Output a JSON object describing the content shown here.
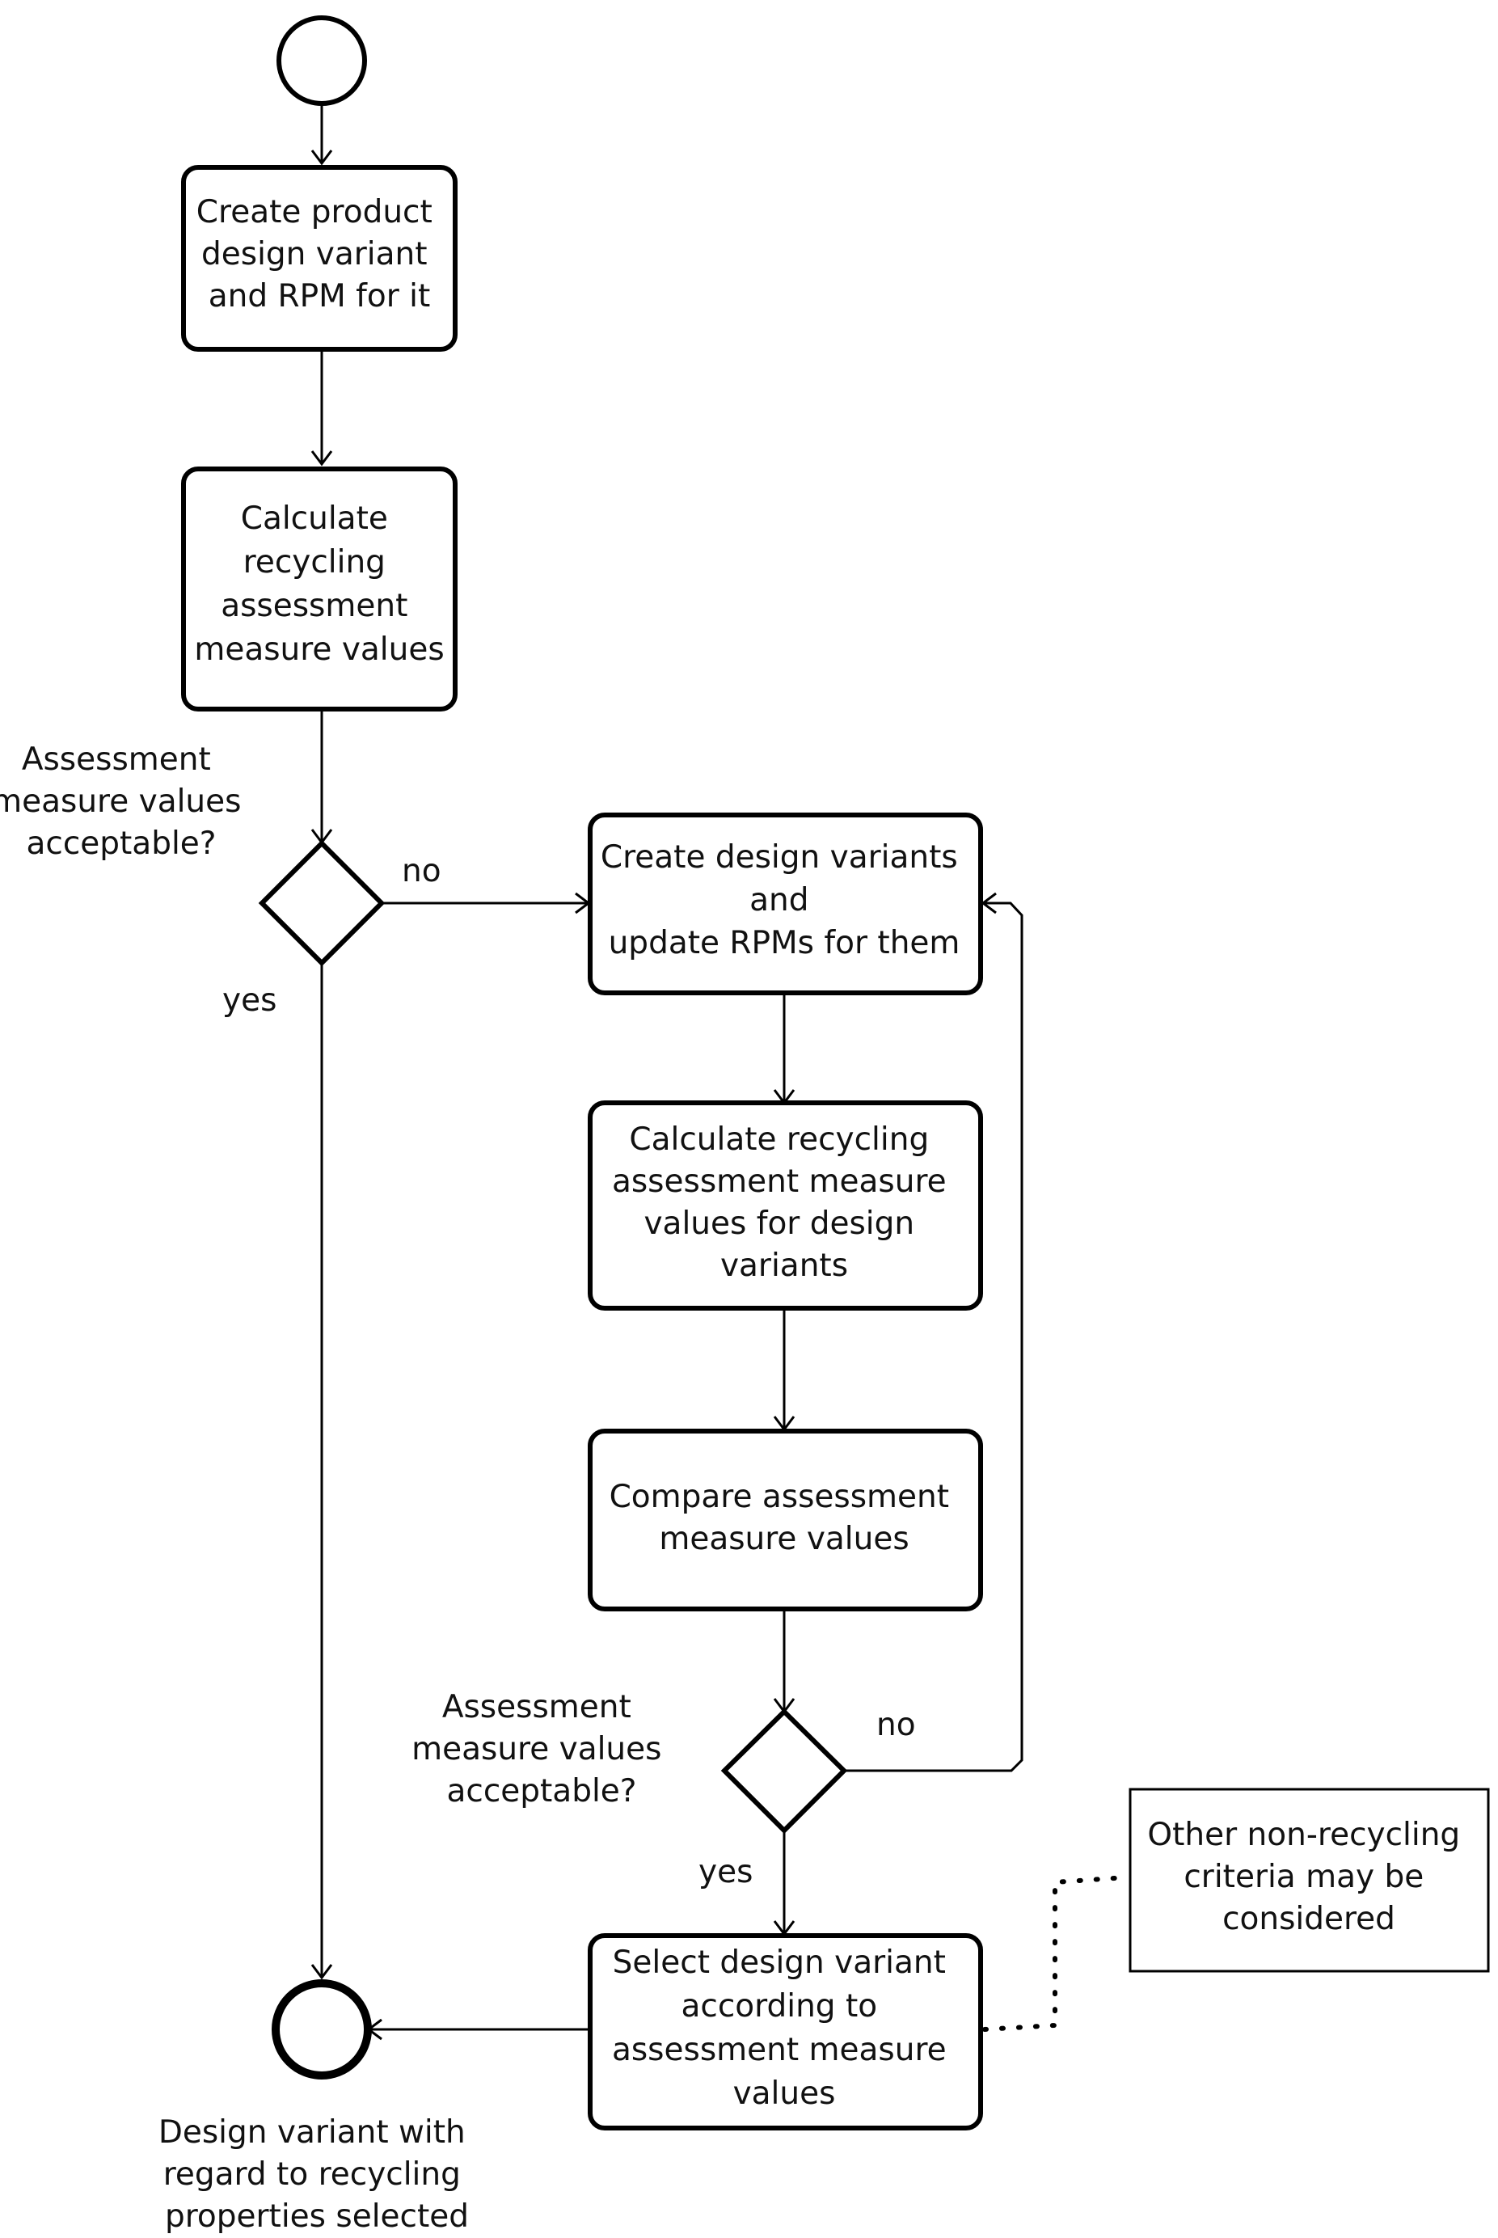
{
  "nodes": {
    "create_product": [
      "Create product",
      "design variant",
      "and RPM for it"
    ],
    "calc_recycling": [
      "Calculate",
      "recycling",
      "assessment",
      "measure values"
    ],
    "create_variants": [
      "Create design variants",
      "and",
      "update RPMs for  them"
    ],
    "calc_variants": [
      "Calculate  recycling",
      "assessment measure",
      "values for design",
      "variants"
    ],
    "compare": [
      "Compare assessment",
      "measure values"
    ],
    "select_variant": [
      "Select design variant",
      "according to",
      "assessment measure",
      "values"
    ],
    "note": [
      "Other non-recycling",
      "criteria may be",
      "considered"
    ]
  },
  "labels": {
    "decision1_question": [
      "Assessment",
      "measure values",
      "acceptable?"
    ],
    "decision2_question": [
      "Assessment",
      "measure values",
      "acceptable?"
    ],
    "no1": "no",
    "yes1": "yes",
    "no2": "no",
    "yes2": "yes",
    "end_caption": [
      "Design variant with",
      "regard to recycling",
      "properties selected"
    ]
  }
}
